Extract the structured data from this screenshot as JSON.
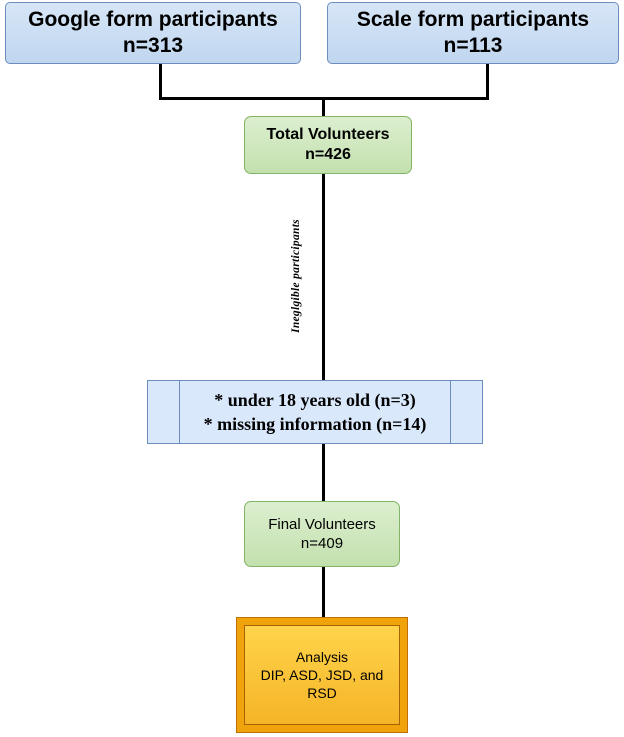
{
  "nodes": {
    "google_form": {
      "title": "Google form participants",
      "count": "n=313"
    },
    "scale_form": {
      "title": "Scale form participants",
      "count": "n=113"
    },
    "total": {
      "title": "Total Volunteers",
      "count": "n=426"
    },
    "exclusion_label": "Ineglgible participants",
    "exclusion": {
      "line1": "* under 18 years old (n=3)",
      "line2": "* missing information (n=14)"
    },
    "final": {
      "title": "Final Volunteers",
      "count": "n=409"
    },
    "analysis": {
      "line1": "Analysis",
      "line2": "DIP, ASD, JSD, and",
      "line3": "RSD"
    }
  },
  "colors": {
    "blue_fill": "#dae8fc",
    "blue_stroke": "#6c8ebf",
    "green_fill": "#d5e8d4",
    "green_stroke": "#82b366",
    "orange_fill": "#f0a30a",
    "orange_stroke": "#bd7000"
  }
}
